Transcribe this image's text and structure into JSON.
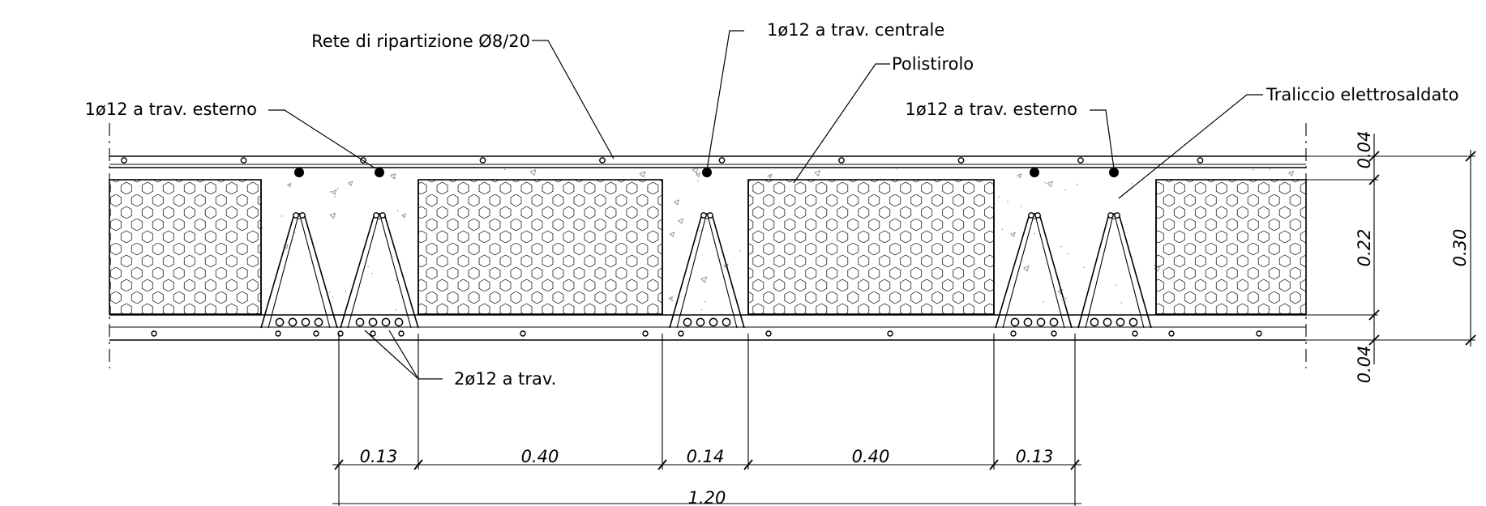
{
  "labels": {
    "rete": "Rete di ripartizione Ø8/20",
    "trav_centrale": "1ø12 a trav. centrale",
    "polistirolo": "Polistirolo",
    "trav_esterno_left": "1ø12 a trav. esterno",
    "trav_esterno_right": "1ø12 a trav. esterno",
    "traliccio": "Traliccio elettrosaldato",
    "bottom_bars": "2ø12 a trav."
  },
  "dimensions": {
    "horizontal": [
      "0.13",
      "0.40",
      "0.14",
      "0.40",
      "0.13"
    ],
    "total_width": "1.20",
    "top_slab": "0.04",
    "core": "0.22",
    "bottom_slab": "0.04",
    "total_height": "0.30"
  }
}
